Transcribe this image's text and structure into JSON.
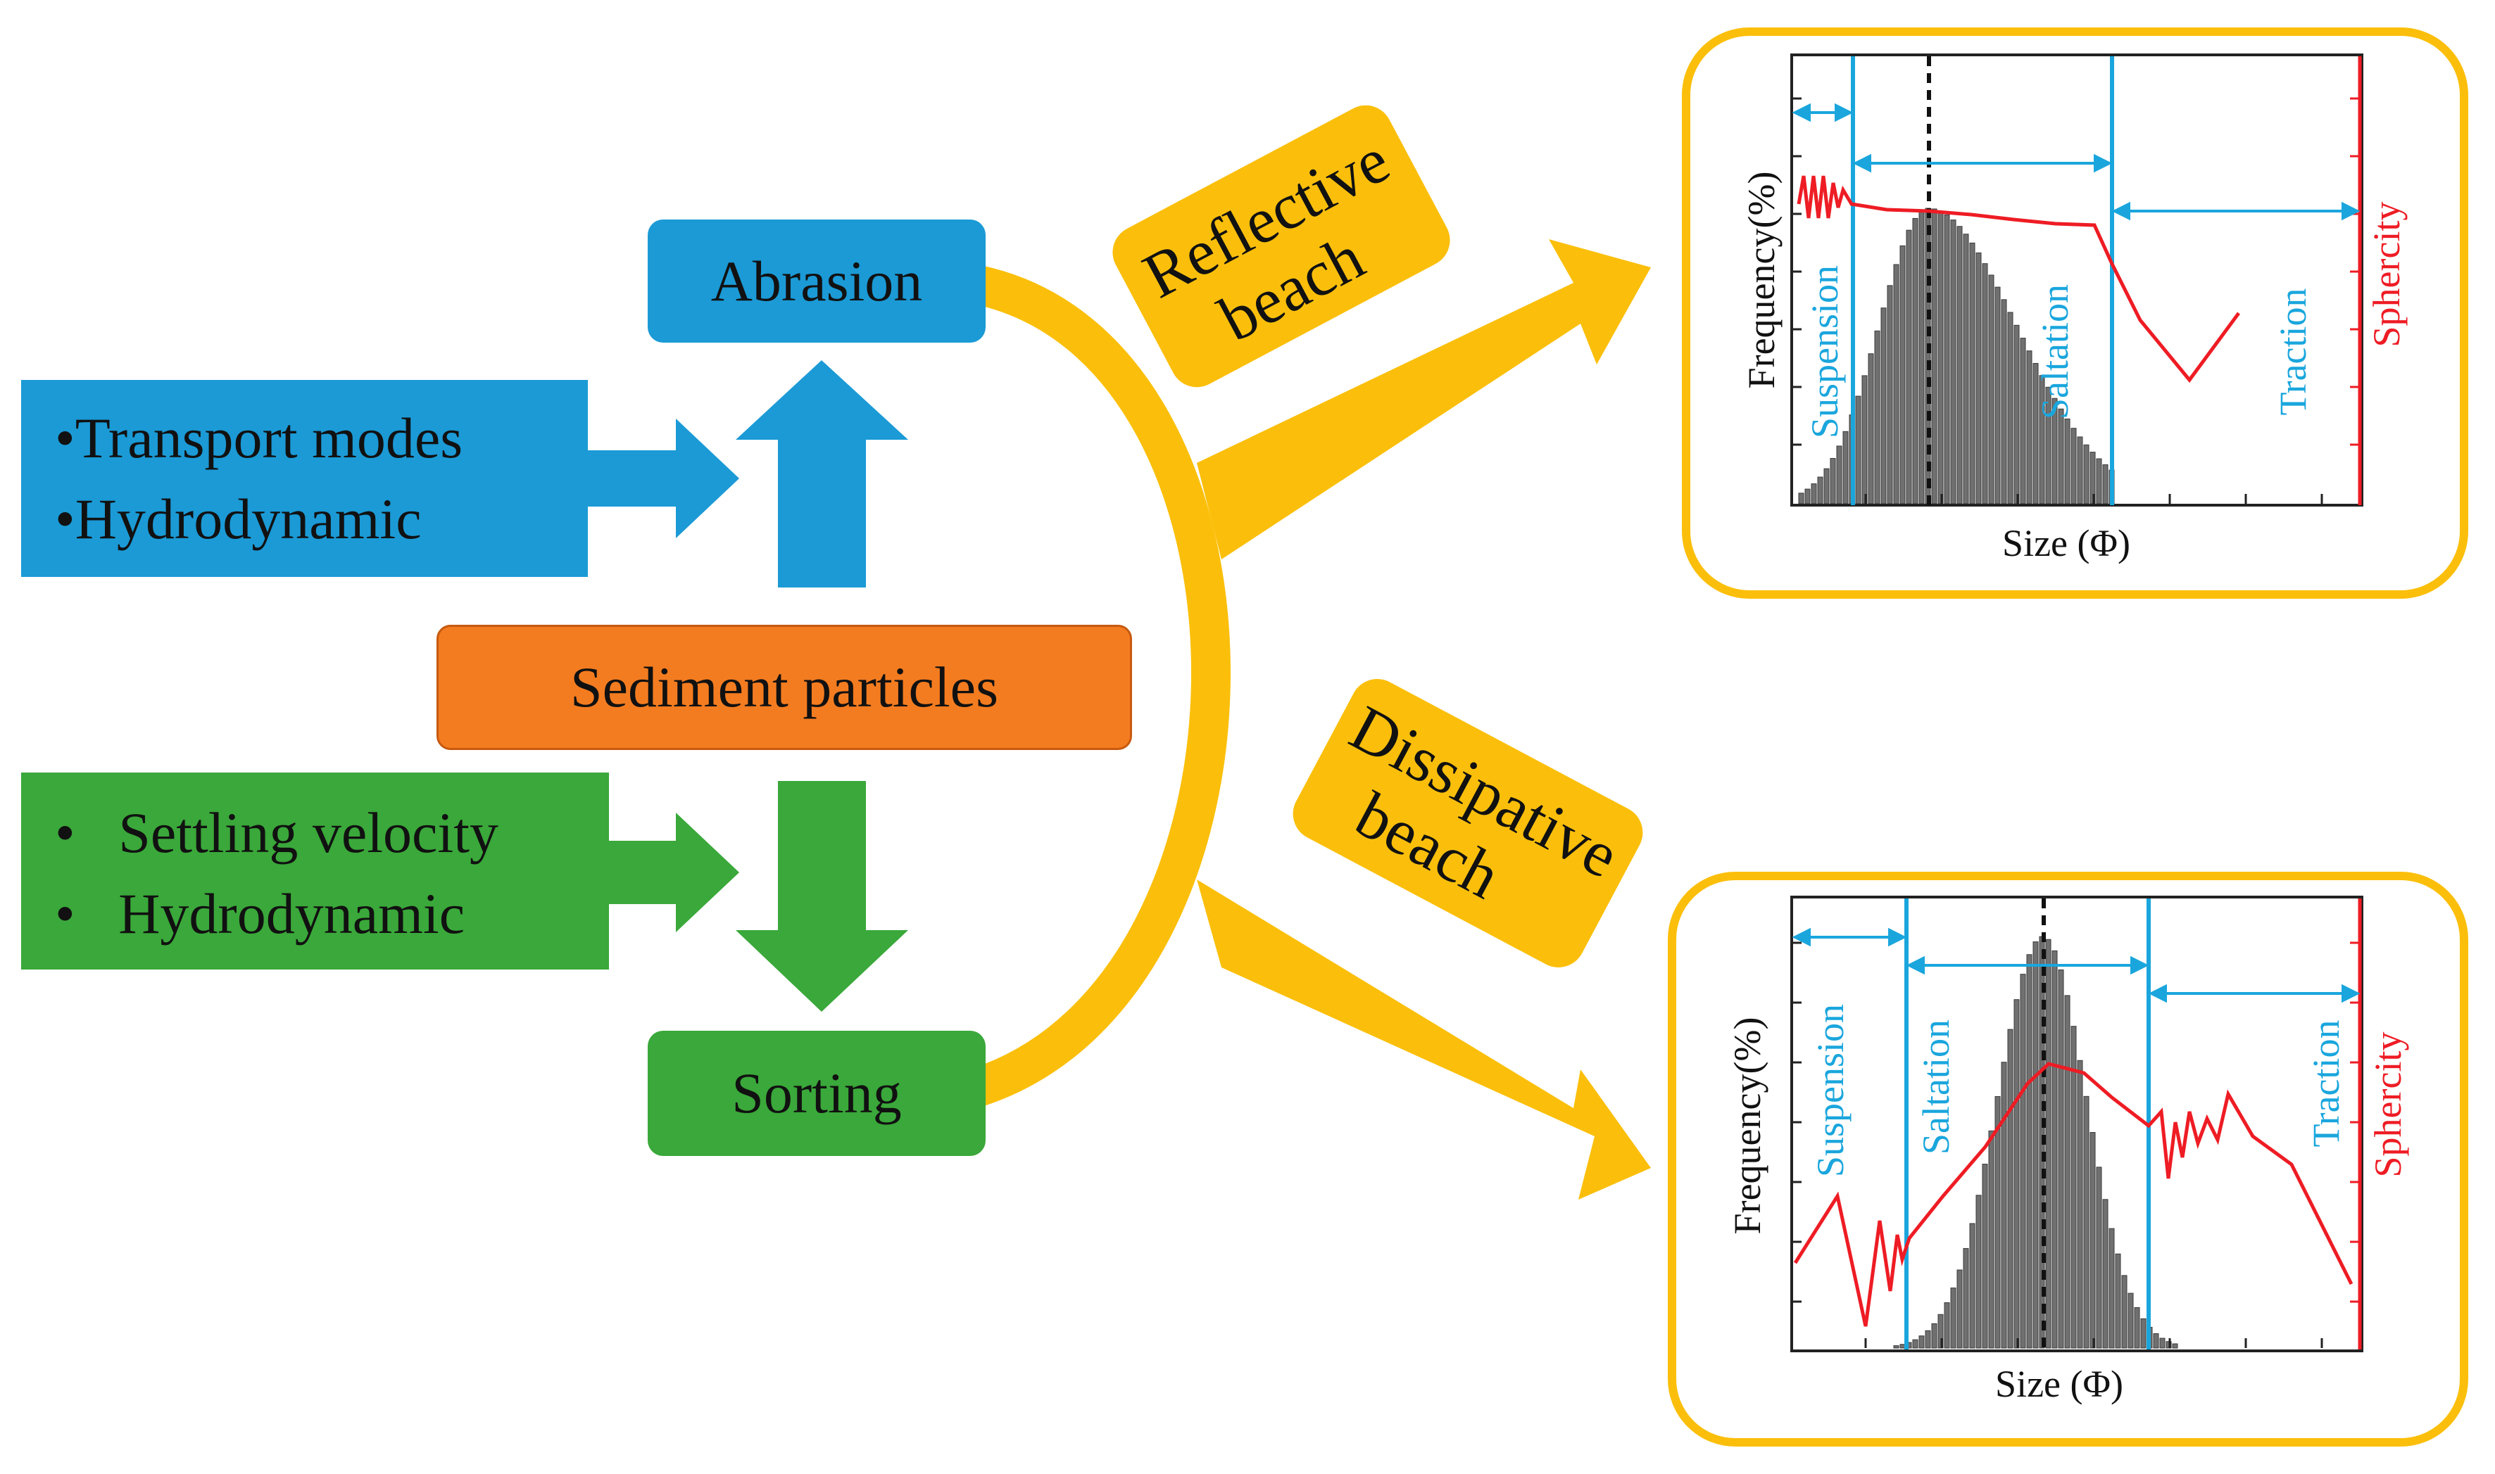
{
  "nodes": {
    "abrasion": "Abrasion",
    "sorting": "Sorting",
    "sediment": "Sediment particles"
  },
  "factors": {
    "abrasion_factors": [
      "Transport modes",
      "Hydrodynamic"
    ],
    "sorting_factors": [
      "Settling velocity",
      "Hydrodynamic"
    ]
  },
  "beaches": {
    "reflective": [
      "Reflective",
      "beach"
    ],
    "dissipative": [
      "Dissipative",
      "beach"
    ]
  },
  "charts": {
    "reflective": {
      "ylabel": "Frequency(%)",
      "xlabel": "Size (Φ)",
      "right_label": "Sphercity",
      "zones": [
        "Suspension",
        "Saltation",
        "Traction"
      ]
    },
    "dissipative": {
      "ylabel": "Frequency(%)",
      "xlabel": "Size (Φ)",
      "right_label": "Sphercity",
      "zones": [
        "Suspension",
        "Saltation",
        "Traction"
      ]
    }
  },
  "colors": {
    "blue": "#1b9ad6",
    "green": "#3aa83a",
    "orange": "#f47c20",
    "gold": "#fbbf0b",
    "cyan": "#1aa6dd",
    "red": "#ee1c24",
    "bar": "#707070"
  }
}
